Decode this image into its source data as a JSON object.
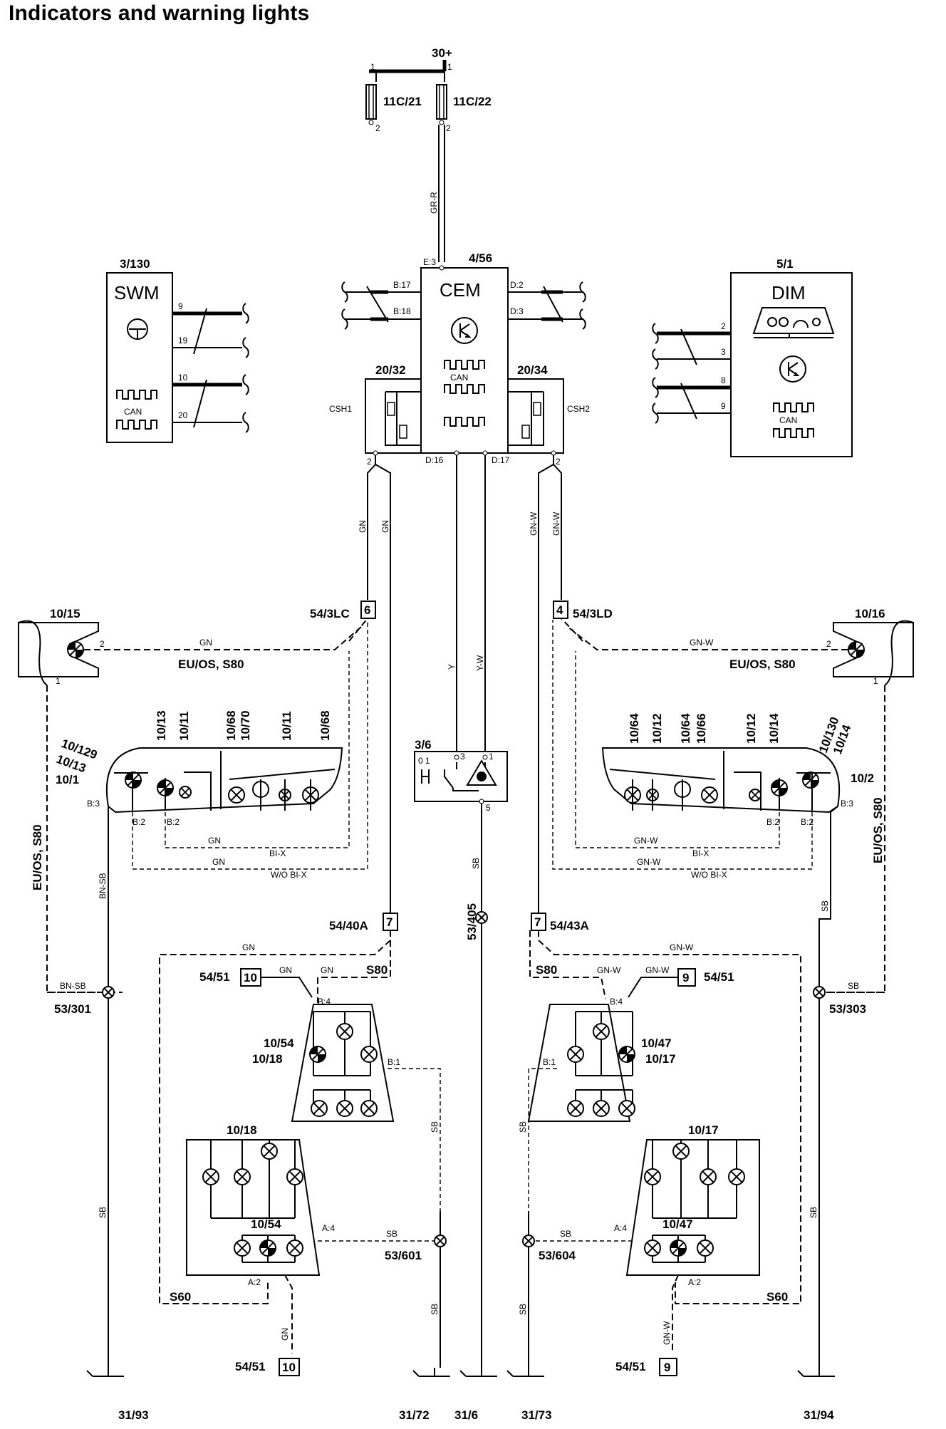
{
  "title": "Indicators and warning lights",
  "supply": "30+",
  "fuses": {
    "f1": "11C/21",
    "f2": "11C/22"
  },
  "components": {
    "swm": {
      "code": "3/130",
      "name": "SWM",
      "can": "CAN",
      "pins": [
        "9",
        "19",
        "10",
        "20"
      ]
    },
    "cem": {
      "code": "4/56",
      "name": "CEM",
      "can": "CAN",
      "pins": {
        "e3": "E:3",
        "b17": "B:17",
        "b18": "B:18",
        "d2": "D:2",
        "d3": "D:3",
        "d16": "D:16",
        "d17": "D:17"
      }
    },
    "dim": {
      "code": "5/1",
      "name": "DIM",
      "can": "CAN",
      "pins": [
        "2",
        "3",
        "8",
        "9"
      ]
    },
    "csh1": {
      "code": "20/32",
      "name": "CSH1",
      "pin": "2"
    },
    "csh2": {
      "code": "20/34",
      "name": "CSH2",
      "pin": "2"
    },
    "hazard": {
      "code": "3/6",
      "pins": [
        "3",
        "1",
        "5"
      ],
      "switch": "0 1"
    }
  },
  "wires": {
    "grr": "GR-R",
    "gn": "GN",
    "gnw": "GN-W",
    "y": "Y",
    "yw": "Y-W",
    "sb": "SB",
    "bnsb": "BN-SB"
  },
  "connectors": {
    "c54_3lc": {
      "label": "54/3LC",
      "pin": "6"
    },
    "c54_3ld": {
      "label": "54/3LD",
      "pin": "4"
    },
    "c54_40a": {
      "label": "54/40A",
      "pin": "7"
    },
    "c54_43a": {
      "label": "54/43A",
      "pin": "7"
    },
    "c54_51_l": {
      "label": "54/51",
      "pin": "10"
    },
    "c54_51_r": {
      "label": "54/51",
      "pin": "9"
    },
    "c54_51_bl": {
      "label": "54/51",
      "pin": "10"
    },
    "c54_51_br": {
      "label": "54/51",
      "pin": "9"
    }
  },
  "lamps": {
    "l10_15": "10/15",
    "l10_16": "10/16",
    "left_cluster": {
      "codes": [
        "10/129",
        "10/13",
        "10/1"
      ],
      "top": [
        "10/13",
        "10/11",
        "10/68",
        "10/70",
        "10/11",
        "10/68"
      ],
      "pins": [
        "B:3",
        "B:2",
        "B:2"
      ]
    },
    "right_cluster": {
      "codes": [
        "10/130",
        "10/14",
        "10/2"
      ],
      "top": [
        "10/64",
        "10/12",
        "10/64",
        "10/66",
        "10/12",
        "10/14"
      ],
      "pins": [
        "B:2",
        "B:2",
        "B:3"
      ]
    },
    "l10_54": "10/54",
    "l10_18": "10/18",
    "l10_47": "10/47",
    "l10_17": "10/17",
    "l10_18b": "10/18",
    "l10_54b": "10/54",
    "l10_17b": "10/17",
    "l10_47b": "10/47",
    "pins": {
      "b4": "B:4",
      "b1": "B:1",
      "a4": "A:4",
      "a2": "A:2"
    }
  },
  "notes": {
    "euos_s80": "EU/OS, S80",
    "euos": "EU/OS, S80",
    "bix": "BI-X",
    "wobix": "W/O BI-X",
    "s80": "S80",
    "s60": "S60"
  },
  "splices": {
    "s53_301": "53/301",
    "s53_303": "53/303",
    "s53_405": "53/405",
    "s53_601": "53/601",
    "s53_604": "53/604"
  },
  "grounds": [
    "31/93",
    "31/72",
    "31/6",
    "31/73",
    "31/94"
  ]
}
